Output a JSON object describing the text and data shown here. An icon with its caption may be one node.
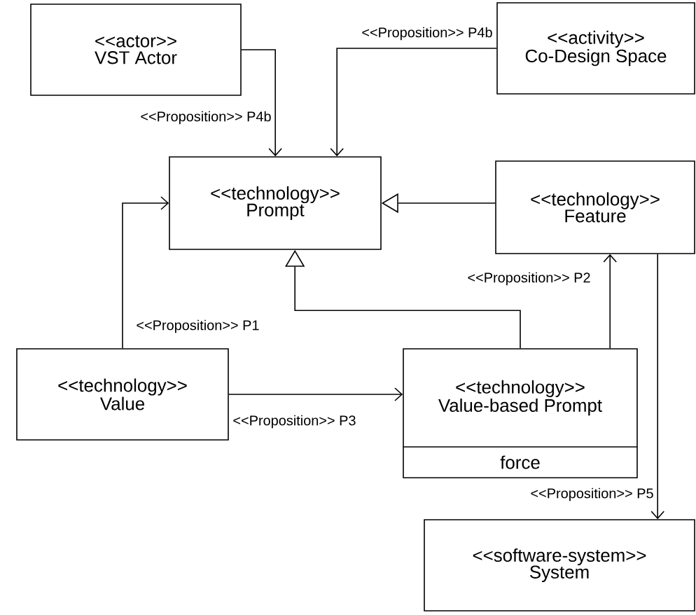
{
  "diagram": {
    "nodes": [
      {
        "text": [
          "<<actor>>",
          "VST Actor"
        ]
      },
      {
        "text": [
          "<<activity>>",
          "Co-Design Space"
        ]
      },
      {
        "text": [
          "<<technology>>",
          "Prompt"
        ]
      },
      {
        "text": [
          "<<technology>>",
          "Feature"
        ]
      },
      {
        "text": [
          "<<technology>>",
          "Value"
        ]
      },
      {
        "text": [
          "<<technology>>",
          "Value-based Prompt",
          "force"
        ]
      },
      {
        "text": [
          "<<software-system>>",
          "System"
        ]
      }
    ],
    "edges": [
      {
        "from": 0,
        "to": 2,
        "arrow": "to",
        "label": "<<Proposition>> P4b"
      },
      {
        "from": 1,
        "to": 2,
        "arrow": "to",
        "label": "<<Proposition>> P4b"
      },
      {
        "from": 3,
        "to": 2,
        "arrow": "to"
      },
      {
        "from": 5,
        "to": 2,
        "arrow": "to"
      },
      {
        "from": 4,
        "to": 2,
        "arrow": "to",
        "label": "<<Proposition>> P1"
      },
      {
        "from": 4,
        "to": 5,
        "arrow": "to",
        "label": "<<Proposition>> P3"
      },
      {
        "from": 5,
        "to": 3,
        "arrow": "to",
        "label": "<<Proposition>> P2"
      },
      {
        "from": 3,
        "to": 6,
        "arrow": "to",
        "label": "<<Proposition>> P5"
      }
    ]
  }
}
